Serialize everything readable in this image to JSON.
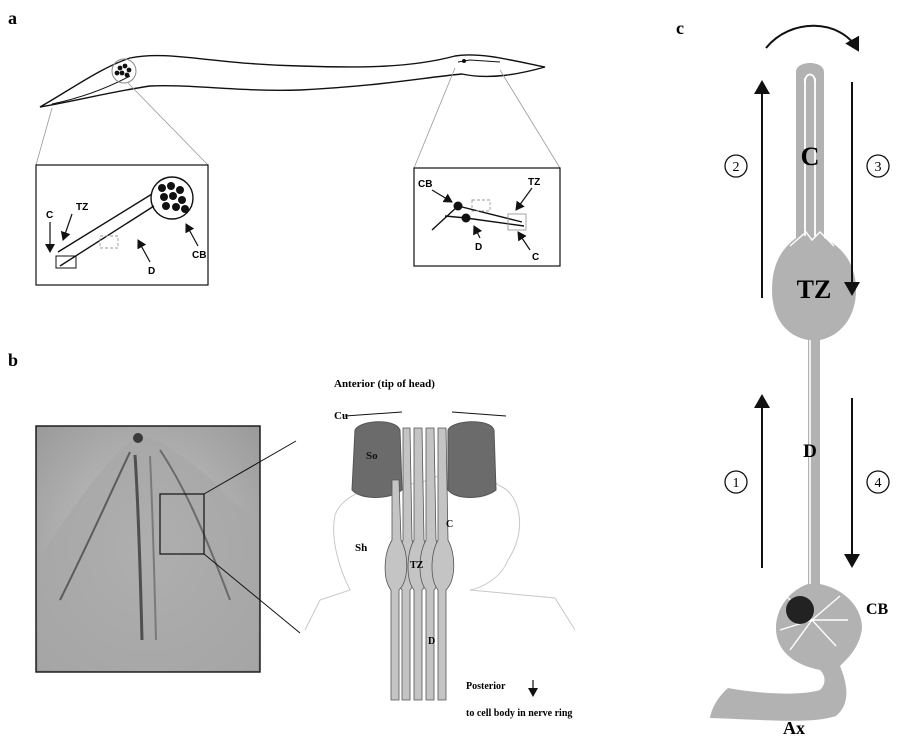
{
  "panels": {
    "a": {
      "letter": "a",
      "labels": {
        "c": "C",
        "tz": "TZ",
        "d": "D",
        "cb": "CB"
      }
    },
    "b": {
      "letter": "b",
      "anterior": "Anterior (tip of head)",
      "cu": "Cu",
      "so": "So",
      "sh": "Sh",
      "c": "C",
      "tz": "TZ",
      "d": "D",
      "posterior": "Posterior",
      "posterior_note": "to cell body in nerve ring"
    },
    "c": {
      "letter": "c",
      "c": "C",
      "tz": "TZ",
      "d": "D",
      "cb": "CB",
      "ax": "Ax",
      "steps": [
        "1",
        "2",
        "3",
        "4"
      ]
    }
  },
  "colors": {
    "cilium_gray": "#b2b2b2",
    "socket_dark": "#6b6b6b",
    "nucleus": "#222222",
    "ink": "#111111"
  }
}
